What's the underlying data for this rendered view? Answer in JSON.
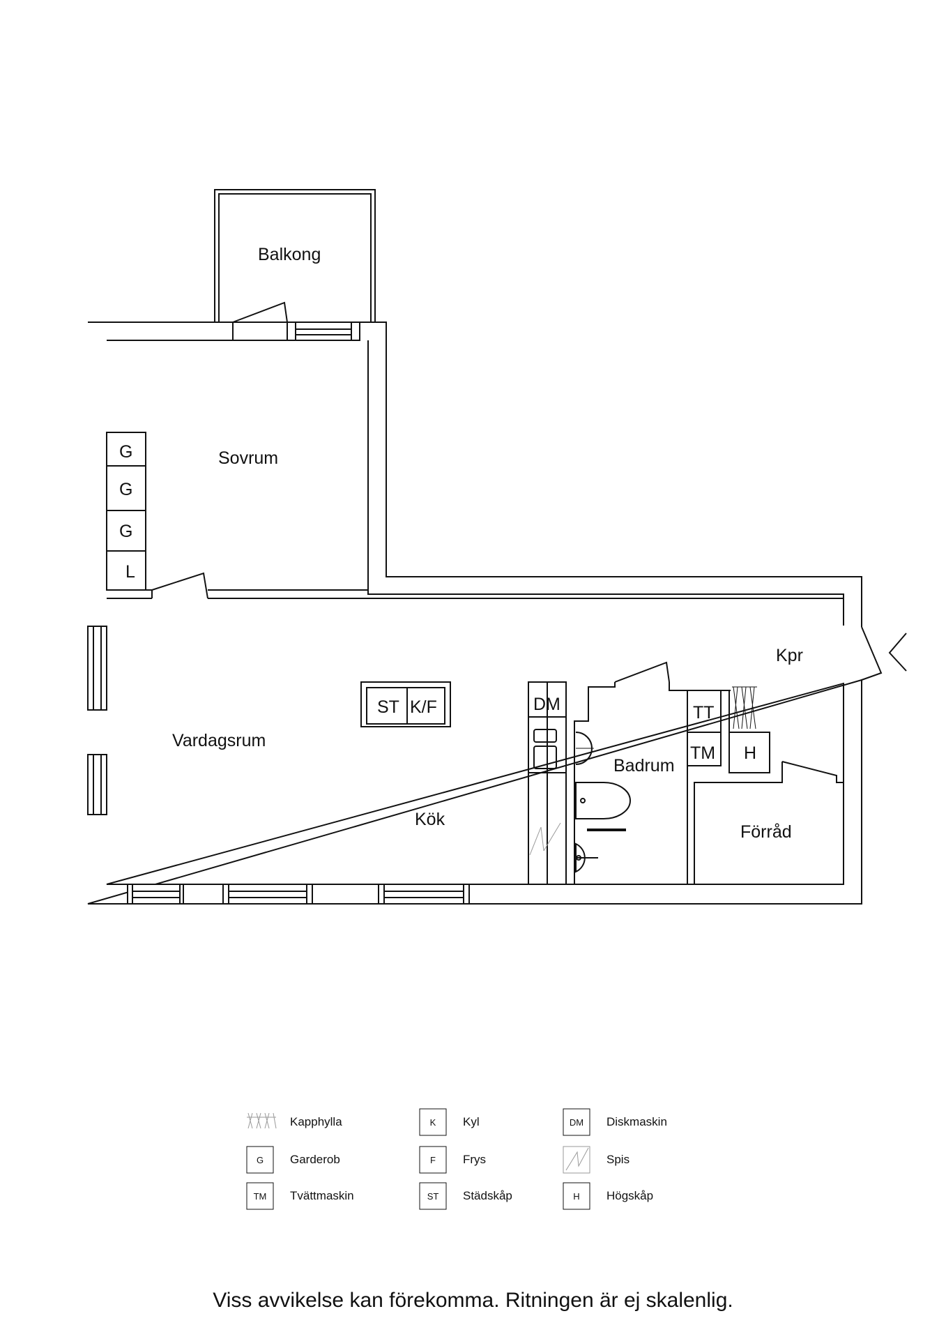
{
  "rooms": {
    "balkong": "Balkong",
    "sovrum": "Sovrum",
    "vardagsrum": "Vardagsrum",
    "kok": "Kök",
    "badrum": "Badrum",
    "kpr": "Kpr",
    "forrad": "Förråd"
  },
  "fixtures": {
    "garderob_1": "G",
    "garderob_2": "G",
    "garderob_3": "G",
    "l": "L",
    "stadskap": "ST",
    "kyl_frys": "K/F",
    "diskmaskin": "DM",
    "torktumlare": "TT",
    "tvattmaskin": "TM",
    "hogskap": "H"
  },
  "legend": [
    {
      "code": "",
      "label": "Kapphylla",
      "icon": "coat-rack-icon"
    },
    {
      "code": "G",
      "label": "Garderob",
      "icon": "box"
    },
    {
      "code": "TM",
      "label": "Tvättmaskin",
      "icon": "box"
    },
    {
      "code": "K",
      "label": "Kyl",
      "icon": "box"
    },
    {
      "code": "F",
      "label": "Frys",
      "icon": "box"
    },
    {
      "code": "ST",
      "label": "Städskåp",
      "icon": "box"
    },
    {
      "code": "DM",
      "label": "Diskmaskin",
      "icon": "box"
    },
    {
      "code": "",
      "label": "Spis",
      "icon": "stove-icon"
    },
    {
      "code": "H",
      "label": "Högskåp",
      "icon": "box"
    }
  ],
  "disclaimer": "Viss avvikelse kan förekomma. Ritningen är ej skalenlig."
}
